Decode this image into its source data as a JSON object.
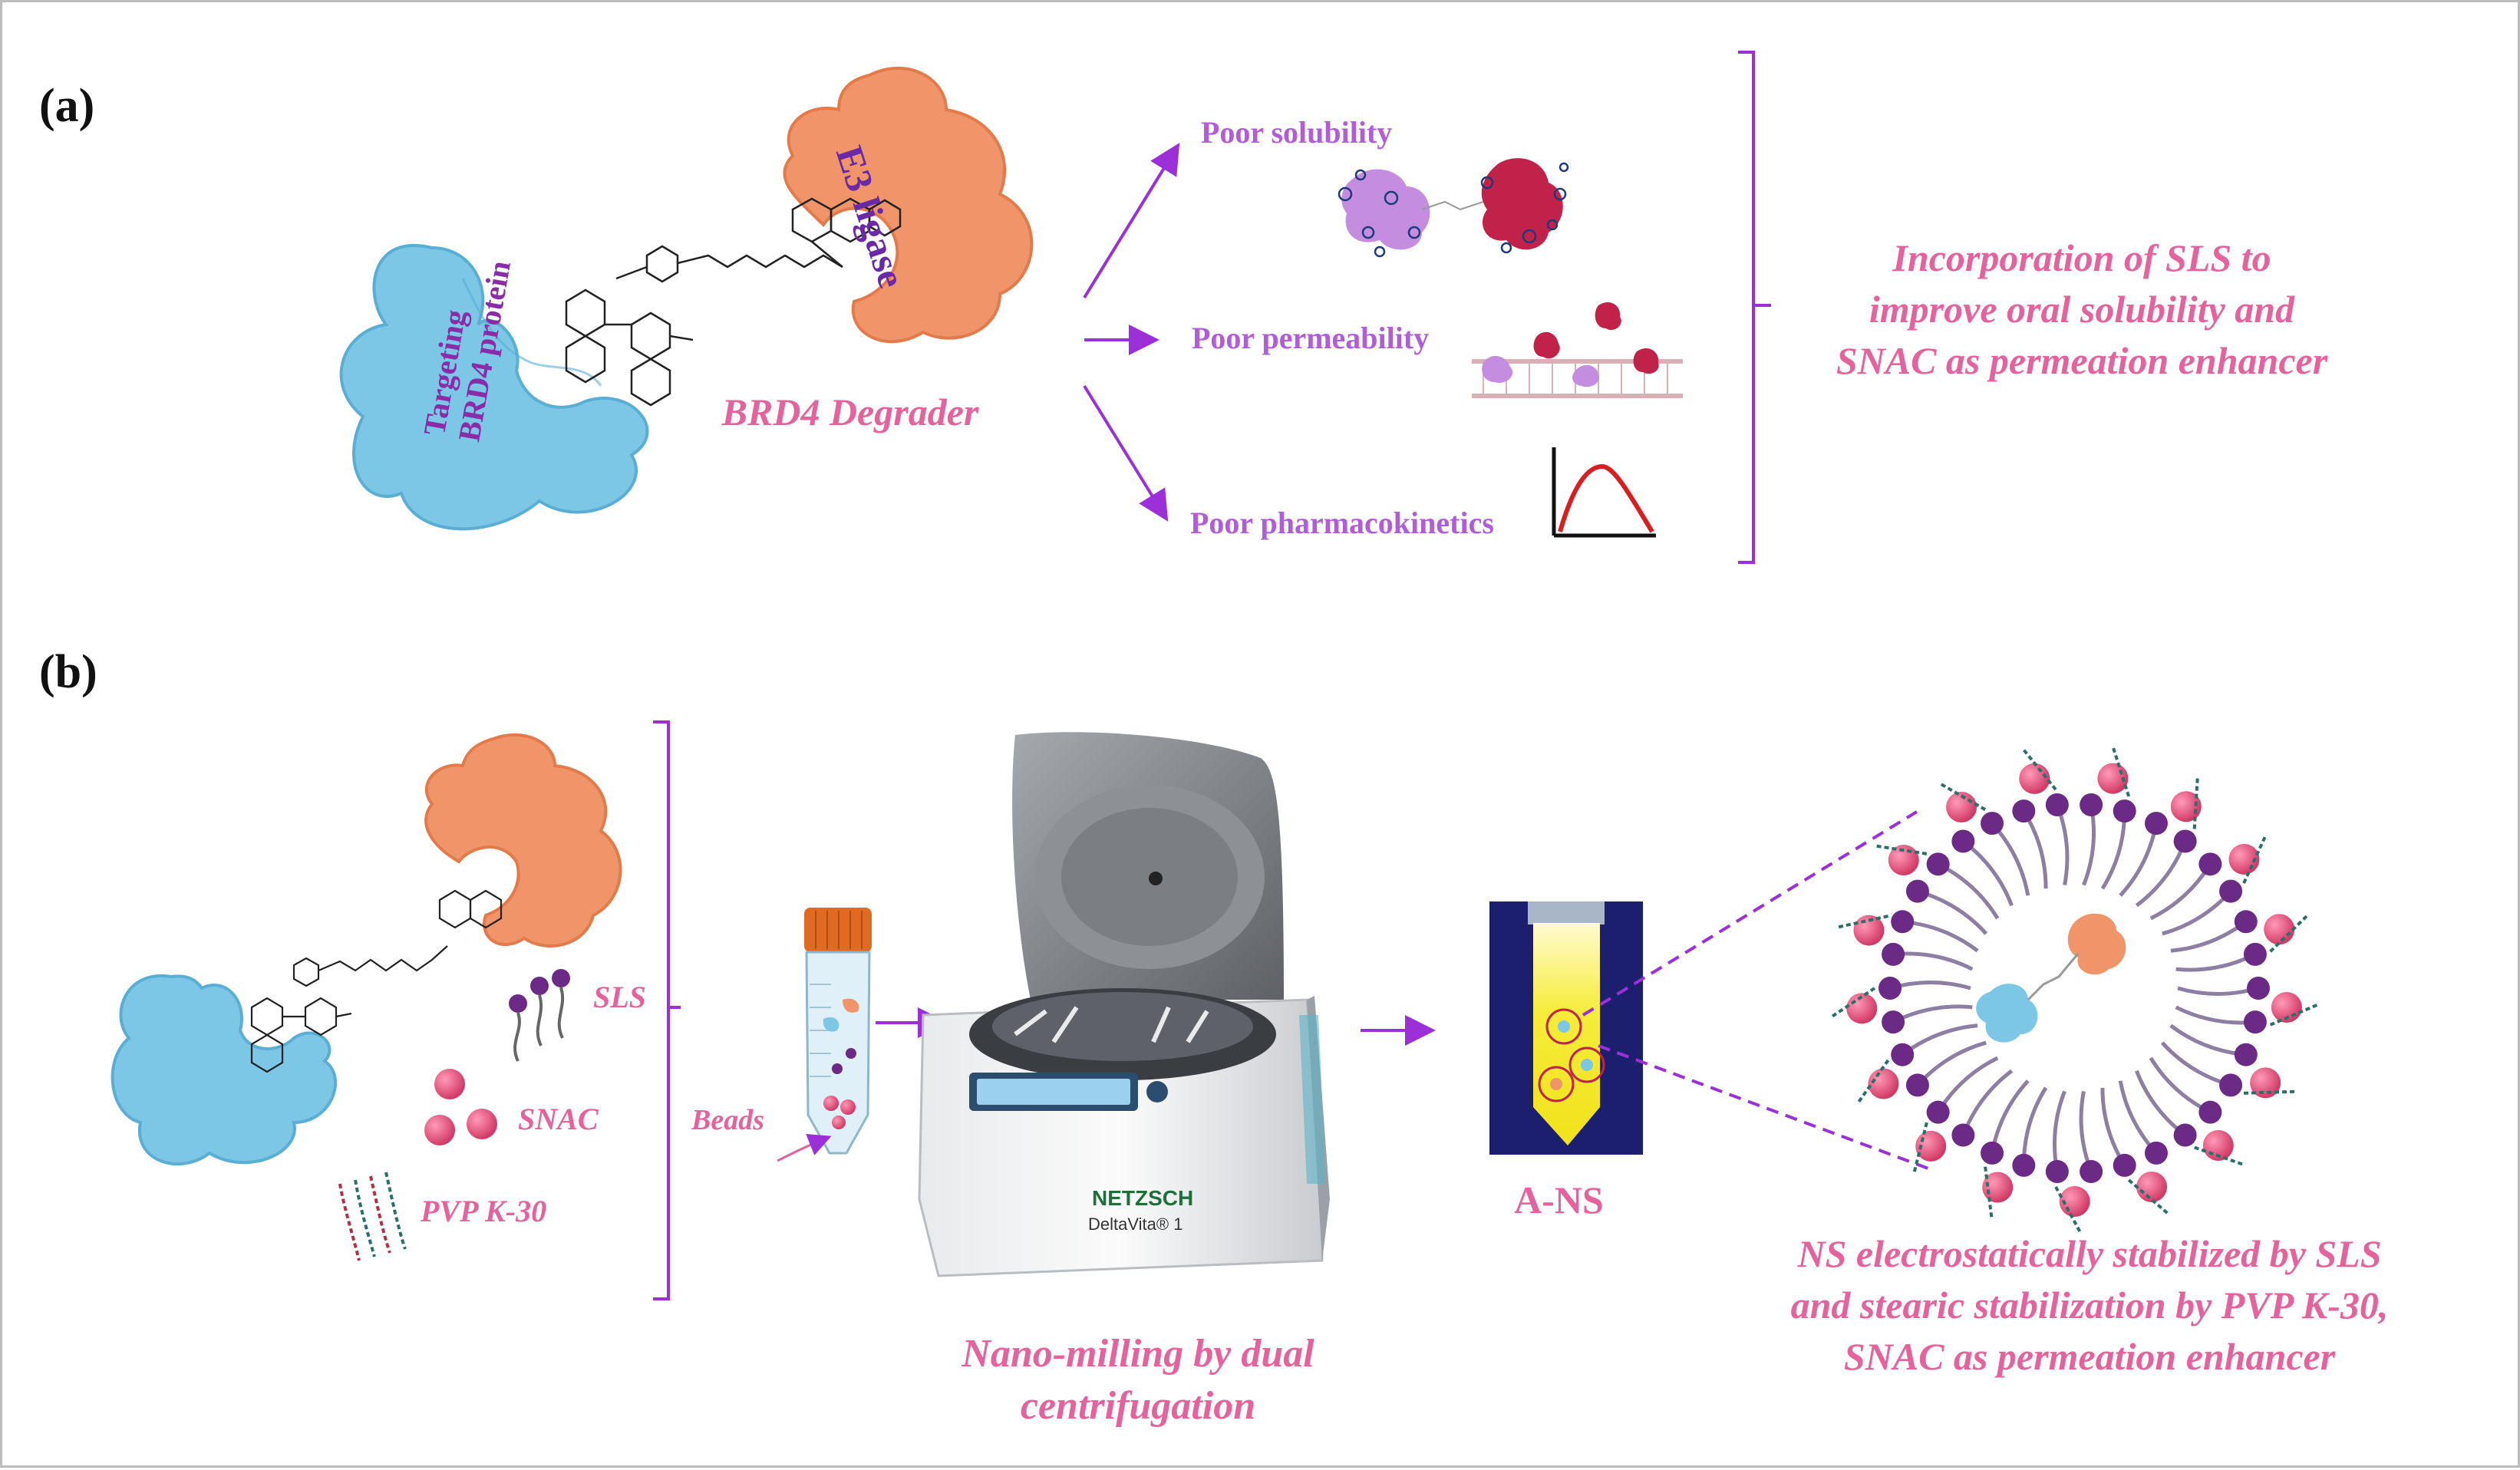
{
  "panels": {
    "a": {
      "label": "(a)",
      "e3_label": "E3 ligase",
      "target_label_line1": "Targeting",
      "target_label_line2": "BRD4 protein",
      "degrader_label": "BRD4 Degrader",
      "issues": [
        "Poor solubility",
        "Poor permeability",
        "Poor pharmacokinetics"
      ],
      "conclusion_lines": [
        "Incorporation of  SLS to",
        "improve oral solubility and",
        "SNAC as permeation enhancer"
      ]
    },
    "b": {
      "label": "(b)",
      "components": [
        "SLS",
        "SNAC",
        "PVP K-30"
      ],
      "beads_label": "Beads",
      "brand_line1": "NETZSCH",
      "brand_line2": "DeltaVita® 1",
      "process_lines": [
        "Nano-milling by dual",
        "centrifugation"
      ],
      "product_label": "A-NS",
      "result_lines": [
        "NS electrostatically stabilized by SLS",
        "and stearic stabilization by PVP K-30,",
        "SNAC as permeation enhancer"
      ]
    }
  },
  "colors": {
    "violet": "#b15cd9",
    "pink": "#e6629c",
    "arrow": "#9b30d9",
    "protein_blue": "#7cc6e6",
    "e3_orange": "#f0956a",
    "crimson": "#c0224a",
    "lipid_head": "#6b2a86",
    "bead_pink": "#e04d78"
  },
  "icons": [
    "chemical-structure-icon",
    "centrifuge-icon",
    "falcon-tube-icon",
    "nanosuspension-vial-icon",
    "micelle-icon",
    "pk-curve-icon",
    "membrane-icon"
  ]
}
